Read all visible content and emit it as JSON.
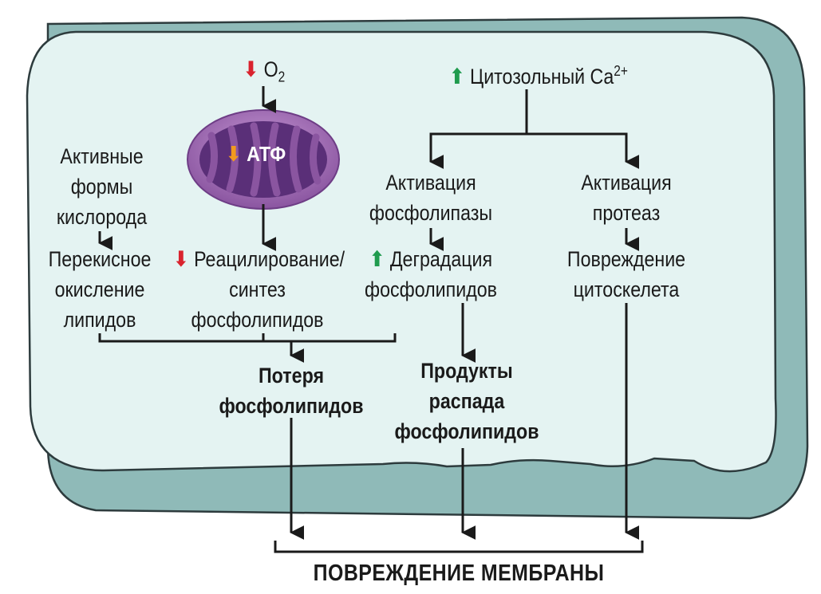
{
  "labels": {
    "o2_arrow": "⬇",
    "o2_text": "O",
    "o2_sub": "2",
    "ca_arrow": "⬆",
    "ca_text": "Цитозольный Ca",
    "ca_sup": "2+",
    "atp_arrow": "⬇",
    "atp_text": "АТФ",
    "ros": [
      "Активные",
      "формы",
      "кислорода"
    ],
    "lipid_perox": [
      "Перекисное",
      "окисление",
      "липидов"
    ],
    "reacyl_arrow": "⬇",
    "reacyl": [
      "Реацилирование/",
      "синтез",
      "фосфолипидов"
    ],
    "phospholipase": [
      "Активация",
      "фосфолипазы"
    ],
    "degradation_arrow": "⬆",
    "degradation": [
      "Деградация",
      "фосфолипидов"
    ],
    "protease": [
      "Активация",
      "протеаз"
    ],
    "cytoskeleton": [
      "Повреждение",
      "цитоскелета"
    ],
    "loss": [
      "Потеря",
      "фосфолипидов"
    ],
    "products": [
      "Продукты",
      "распада",
      "фосфолипидов"
    ],
    "membrane_damage": "ПОВРЕЖДЕНИЕ МЕМБРАНЫ"
  },
  "colors": {
    "cell_fill": "#e4f3f2",
    "cell_outline": "#2d3b3d",
    "cell_shadow": "#8fbab8",
    "mito_outer": "#a675b4",
    "mito_inner": "#5a2f78",
    "arrow": "#1a1a1a",
    "decrease": "#d9232e",
    "increase": "#1f9b4e",
    "atp_decrease": "#f29a1e"
  }
}
